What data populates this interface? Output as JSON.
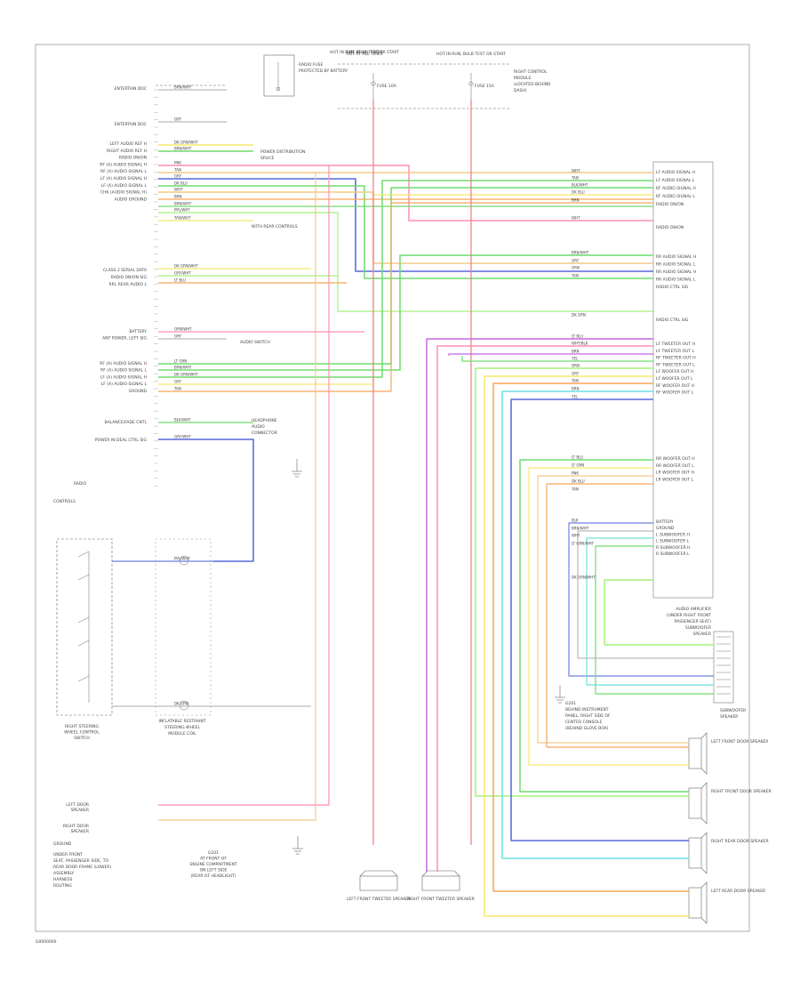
{
  "labels": {
    "left_top": [
      "ENTERTAIN DOC",
      "ENTERTAIN DOC"
    ],
    "left_block_a": [
      "LEFT AUDIO REF H",
      "RIGHT AUDIO REF H",
      "RADIO ON/ON",
      "RF (A) AUDIO SIGNAL H",
      "RF (A) AUDIO SIGNAL L",
      "LF (A) AUDIO SIGNAL H",
      "LF (A) AUDIO SIGNAL L",
      "CHK (AUDIO SIGNAL H)",
      "AUDIO GROUND"
    ],
    "left_block_b": [
      "CLASS 2 SERIAL DATA",
      "RADIO ON/ON SIG",
      "RRL REAR AUDIO L"
    ],
    "left_block_c": [
      "BATTERY",
      "ANT POWER, LEFT SIG"
    ],
    "left_block_d": [
      "RF (A) AUDIO SIGNAL H",
      "RF (A) AUDIO SIGNAL L",
      "LF (A) AUDIO SIGNAL H",
      "LF (A) AUDIO SIGNAL L",
      "GROUND"
    ],
    "left_block_e": [
      "BALANCE/FADE CNTL",
      "POWER IN DEAL CTRL SIG"
    ],
    "right_block_a": [
      "LF AUDIO SIGNAL H",
      "LF AUDIO SIGNAL L",
      "RF AUDIO SIGNAL H",
      "RF AUDIO SIGNAL L",
      "RADIO ON/ON"
    ],
    "right_block_b": [
      "RR AUDIO SIGNAL H",
      "RR AUDIO SIGNAL L",
      "RR AUDIO SIGNAL H",
      "RR AUDIO SIGNAL L",
      "RADIO CTRL SIG"
    ],
    "right_block_c": [
      "LF TWEETER OUT H",
      "LF TWEETER OUT L",
      "RF TWEETER OUT H",
      "RF TWEETER OUT L",
      "LF WOOFER OUT H",
      "LF WOOFER OUT L",
      "RF WOOFER OUT H",
      "RF WOOFER OUT L"
    ],
    "right_block_d": [
      "RR WOOFER OUT H",
      "RR WOOFER OUT L",
      "LR WOOFER OUT H",
      "LR WOOFER OUT L"
    ],
    "right_block_e": [
      "BATTERY",
      "GROUND",
      "L SUBWOOFER H",
      "L SUBWOOFER L",
      "R SUBWOOFER H",
      "R SUBWOOFER L"
    ],
    "wire_codes_left": [
      "BRN/WHT",
      "GRY",
      "DK GRN/WHT",
      "BRN/WHT",
      "PNK",
      "TAN",
      "GRY",
      "DK BLU",
      "WHT",
      "BRN",
      "BRN/WHT",
      "PPL/WHT",
      "TAN/WHT",
      "DK GRN/WHT",
      "GRY/WHT",
      "LT BLU",
      "ORN/WHT",
      "GRY",
      "LT GRN",
      "BRN/WHT",
      "DK GRN/WHT",
      "GRY",
      "TAN",
      "BLK/WHT",
      "GRY/WHT",
      "PPL/WHT",
      "DK GRN"
    ],
    "wire_codes_right": [
      "WHT",
      "TAN",
      "BLK/WHT",
      "DK BLU",
      "BRN",
      "WHT",
      "BRN/WHT",
      "GRY",
      "ORN",
      "TAN",
      "DK GRN",
      "LT BLU",
      "WHT/BLK",
      "BRN",
      "YEL",
      "ORN",
      "GRY",
      "TAN",
      "BRN",
      "YEL",
      "LT BLU",
      "LT GRN",
      "PNK",
      "DK BLU",
      "TAN",
      "BLK",
      "BRN/WHT",
      "WHT",
      "LT GRN/WHT",
      "DK GRN/WHT"
    ],
    "top_center": [
      "HOT AT ALL TIMES",
      "HOT IN RUN, BULB TEST OR START",
      "RADIO FUSE",
      "PROTECTED BY BATTERY",
      "FUSE 10A",
      "FUSE 15A",
      "AUDIO AMPLIFIER"
    ],
    "top_right_note": [
      "RIGHT CONTROL",
      "MODULE",
      "(LOCATED BEHIND",
      "DASH)"
    ],
    "left_notes": [
      "RADIO",
      "CONTROLS",
      "POWER DISTRIBUTION",
      "SPLICE",
      "AUDIO SWITCH",
      "WITH REAR CONTROLS",
      "HEADPHONE",
      "AUDIO",
      "CONNECTOR"
    ],
    "steering": [
      "RIGHT STEERING",
      "WHEEL CONTROL",
      "SWITCH",
      "INFLATABLE RESTRAINT",
      "STEERING WHEEL",
      "MODULE COIL"
    ],
    "bottom_left": [
      "LEFT DOOR",
      "SPEAKER",
      "RIGHT DOOR",
      "SPEAKER",
      "GROUND",
      "UNDER FRONT",
      "SEAT, PASSENGER SIDE, TO",
      "REAR DOOR FRAME (LOWER)",
      "ASSEMBLY",
      "HARNESS",
      "ROUTING"
    ],
    "bottom_center": [
      "G101",
      "AT FRONT OF",
      "ENGINE COMPARTMENT",
      "ON LEFT SIDE",
      "(REAR OF HEADLIGHT)"
    ],
    "speakers_bottom": [
      "LEFT FRONT TWEETER SPEAKER",
      "RIGHT FRONT TWEETER SPEAKER"
    ],
    "speakers_right": [
      "LEFT FRONT DOOR SPEAKER",
      "RIGHT FRONT DOOR SPEAKER",
      "RIGHT REAR DOOR SPEAKER",
      "LEFT REAR DOOR SPEAKER"
    ],
    "right_mid": [
      "AUDIO AMPLIFIER",
      "(UNDER RIGHT FRONT",
      "PASSENGER SEAT)",
      "SUBWOOFER",
      "SPEAKER"
    ],
    "right_mid2": [
      "G201",
      "BEHIND INSTRUMENT",
      "PANEL, RIGHT SIDE OF",
      "CENTER CONSOLE",
      "(BEHIND GLOVE BOX)"
    ],
    "footer": [
      "G0000000"
    ]
  }
}
